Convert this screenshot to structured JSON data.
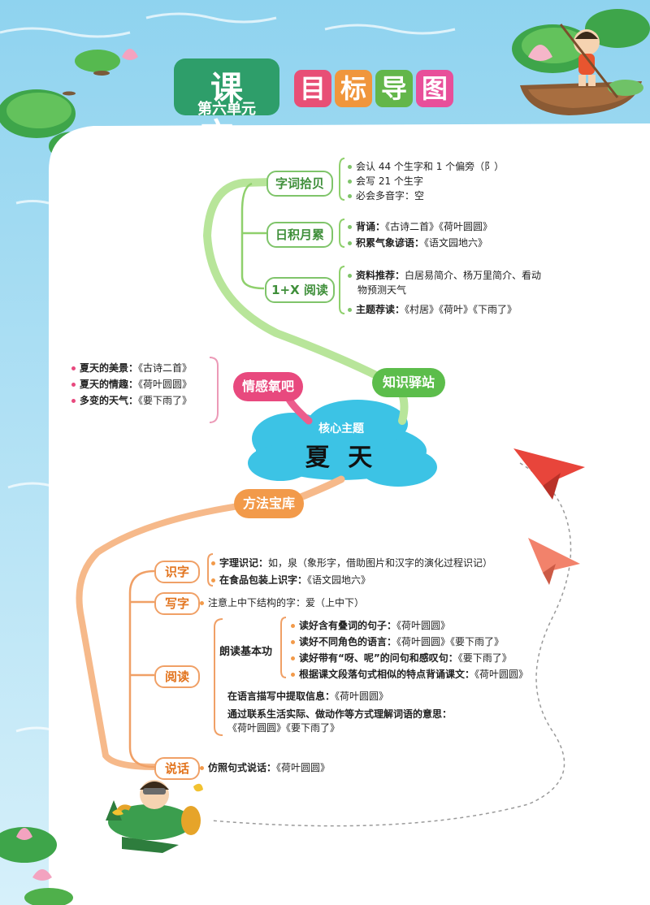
{
  "header": {
    "kewen": "课 文",
    "unit": "第六单元",
    "goal_chars": [
      "目",
      "标",
      "导",
      "图"
    ]
  },
  "center": {
    "label": "核心主题",
    "title": "夏 天"
  },
  "zhishi": {
    "label": "知识驿站",
    "branches": [
      {
        "label": "字词拾贝",
        "items": [
          {
            "label": "",
            "text": "会认 44 个生字和 1 个偏旁（阝）"
          },
          {
            "label": "",
            "text": "会写 21 个生字"
          },
          {
            "label": "",
            "text": "必会多音字：空"
          }
        ]
      },
      {
        "label": "日积月累",
        "items": [
          {
            "label": "背诵：",
            "text": "《古诗二首》《荷叶圆圆》"
          },
          {
            "label": "积累气象谚语：",
            "text": "《语文园地六》"
          }
        ]
      },
      {
        "label": "1+X 阅读",
        "items": [
          {
            "label": "资料推荐：",
            "text": "白居易简介、杨万里简介、看动",
            "cont": "物预测天气"
          },
          {
            "label": "主题荐读：",
            "text": "《村居》《荷叶》《下雨了》"
          }
        ]
      }
    ]
  },
  "qinggan": {
    "label": "情感氧吧",
    "items": [
      {
        "label": "夏天的美景：",
        "text": "《古诗二首》"
      },
      {
        "label": "夏天的情趣：",
        "text": "《荷叶圆圆》"
      },
      {
        "label": "多变的天气：",
        "text": "《要下雨了》"
      }
    ]
  },
  "fangfa": {
    "label": "方法宝库",
    "shizi": {
      "label": "识字",
      "items": [
        {
          "label": "字理识记：",
          "text": "如，泉（象形字，借助图片和汉字的演化过程识记）"
        },
        {
          "label": "在食品包装上识字：",
          "text": "《语文园地六》"
        }
      ]
    },
    "xiezi": {
      "label": "写字",
      "text": "注意上中下结构的字：爱（上中下）"
    },
    "yuedu": {
      "label": "阅读",
      "sub_label": "朗读基本功",
      "items": [
        {
          "label": "读好含有叠词的句子：",
          "text": "《荷叶圆圆》"
        },
        {
          "label": "读好不同角色的语言：",
          "text": "《荷叶圆圆》《要下雨了》"
        },
        {
          "label": "读好带有“呀、呢”的问句和感叹句：",
          "text": "《要下雨了》"
        },
        {
          "label": "根据课文段落句式相似的特点背诵课文：",
          "text": "《荷叶圆圆》"
        }
      ],
      "extra1_label": "在语言描写中提取信息：",
      "extra1_text": "《荷叶圆圆》",
      "extra2_label": "通过联系生活实际、做动作等方式理解词语的意思：",
      "extra2_text": "《荷叶圆圆》《要下雨了》"
    },
    "shuohua": {
      "label": "说话",
      "item_label": "仿照句式说话：",
      "item_text": "《荷叶圆圆》"
    }
  }
}
